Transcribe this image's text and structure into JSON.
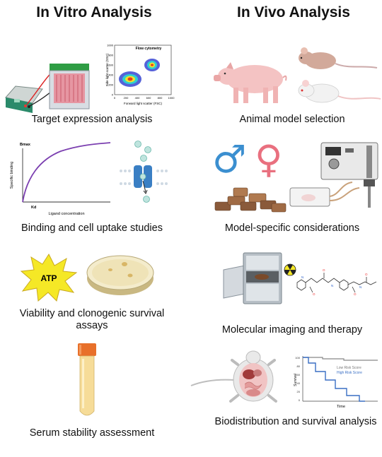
{
  "left_column": {
    "title": "In Vitro Analysis",
    "steps": [
      {
        "caption": "Target expression analysis"
      },
      {
        "caption": "Binding and cell uptake studies"
      },
      {
        "caption": "Viability and clonogenic survival assays"
      },
      {
        "caption": "Serum stability assessment"
      }
    ]
  },
  "right_column": {
    "title": "In Vivo Analysis",
    "steps": [
      {
        "caption": "Animal model selection"
      },
      {
        "caption": "Model-specific considerations"
      },
      {
        "caption": "Molecular imaging and therapy"
      },
      {
        "caption": "Biodistribution and survival analysis"
      }
    ]
  },
  "flow_plot": {
    "title": "Flow cytometry",
    "xlabel": "Forward light scatter (FSC)",
    "ylabel": "Side light scatter (SSC)",
    "ticks": [
      "0",
      "200",
      "400",
      "600",
      "800",
      "1000"
    ]
  },
  "binding_plot": {
    "ymax_label": "Bmax",
    "ylabel": "Specific binding",
    "kd_label": "Kd",
    "xlabel": "Ligand concentration"
  },
  "atp_label": "ATP",
  "survival_plot": {
    "ylabel": "Survival",
    "xlabel": "Time",
    "legend_low": "Low Risk Score",
    "legend_high": "High Risk Score",
    "low_color": "#888888",
    "high_color": "#3a6fc4"
  },
  "symbols": {
    "male": "♂",
    "female": "♀"
  },
  "colors": {
    "male": "#3b8fd0",
    "female": "#e9707f",
    "curve": "#7b3fb0"
  }
}
